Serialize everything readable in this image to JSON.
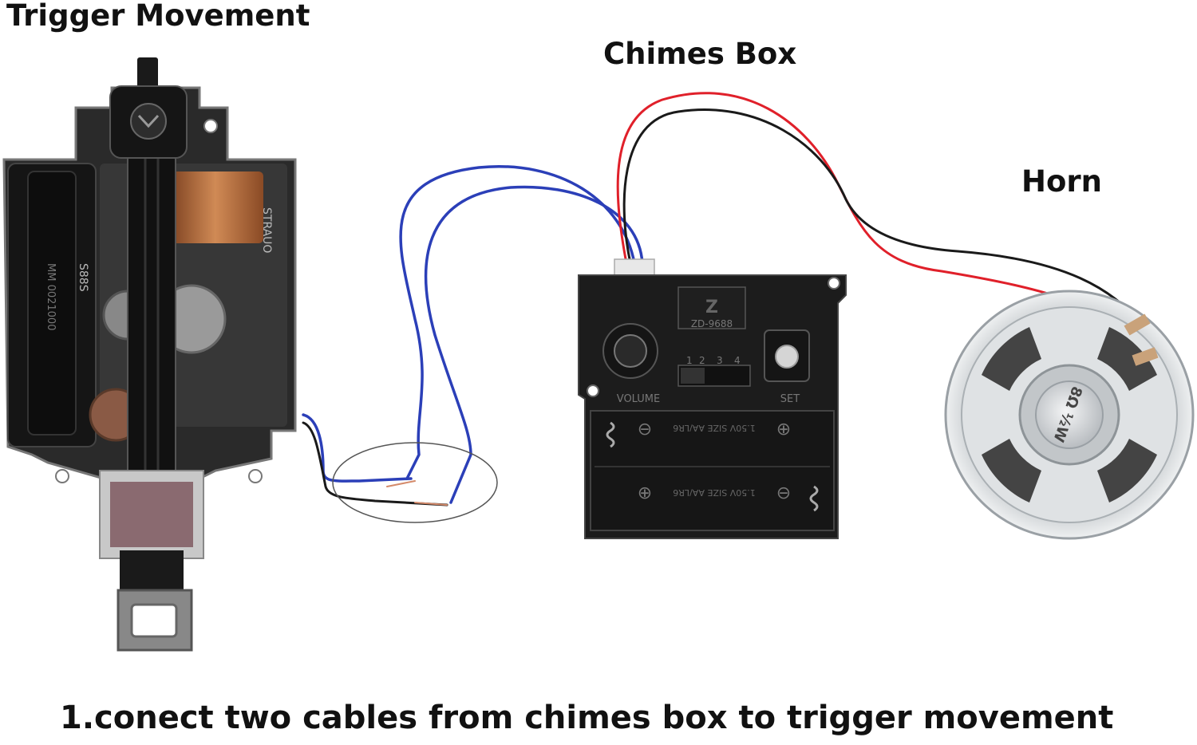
{
  "labels": {
    "trigger_movement": "Trigger Movement",
    "chimes_box": "Chimes Box",
    "horn": "Horn"
  },
  "caption": "1.conect two cables from chimes box to trigger movement",
  "chimes_box_markings": {
    "model": "ZD-9688",
    "volume": "VOLUME",
    "set": "SET",
    "switch_numbers": [
      "1",
      "2",
      "3",
      "4"
    ],
    "battery_top": "1.50V SIZE AA/LR6",
    "battery_bottom": "1.50V SIZE AA/LR6"
  },
  "colors": {
    "wire_blue": "#2b3fb8",
    "wire_red": "#e0202a",
    "wire_black": "#1a1a1a",
    "housing_black": "#1c1c1c",
    "copper": "#b8673a",
    "speaker_silver": "#cfd3d6"
  }
}
